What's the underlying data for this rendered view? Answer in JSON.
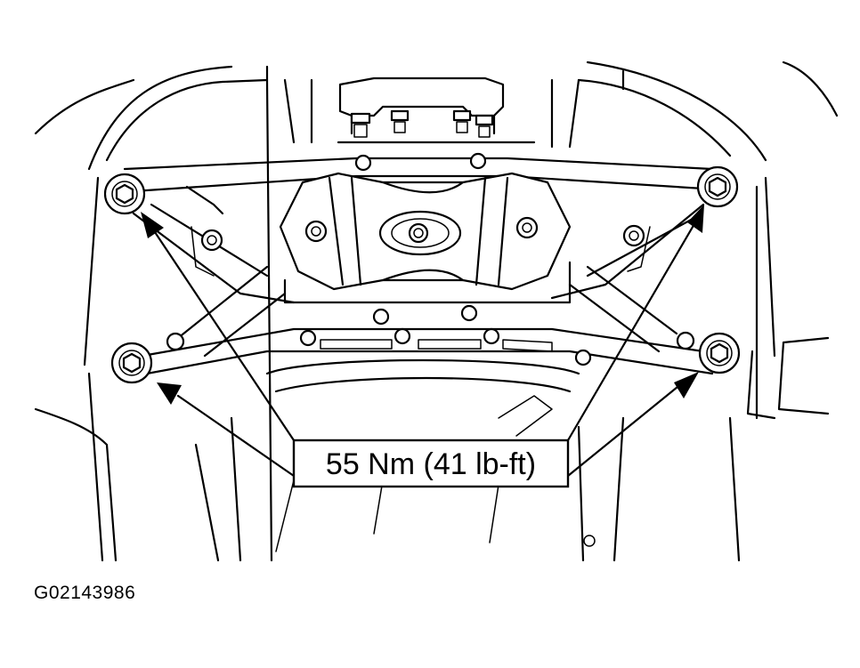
{
  "callout": {
    "torque_spec": "55 Nm (41 lb-ft)"
  },
  "figure_id": "G02143986",
  "fasteners": {
    "count": 4,
    "icon": "bolt-icon"
  },
  "colors": {
    "line": "#000000",
    "background": "#ffffff"
  }
}
